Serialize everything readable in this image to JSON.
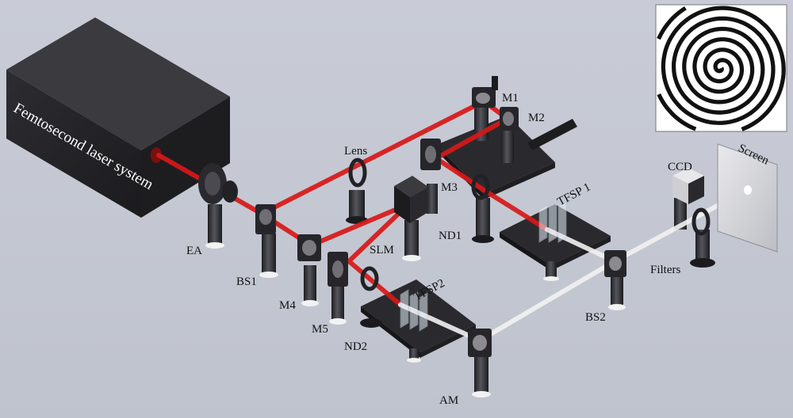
{
  "labels": {
    "laser": "Femtosecond laser system",
    "ea": "EA",
    "bs1": "BS1",
    "lens": "Lens",
    "m1": "M1",
    "m2": "M2",
    "m3": "M3",
    "m4": "M4",
    "m5": "M5",
    "slm": "SLM",
    "nd1": "ND1",
    "nd2": "ND2",
    "tfsp1": "TFSP 1",
    "tfsp2": "TFSP2",
    "bs2": "BS2",
    "am": "AM",
    "ccd": "CCD",
    "screen": "Screen",
    "filters": "Filters"
  },
  "colors": {
    "beam_red": "#d81818",
    "beam_white": "#f2f2f2",
    "background": "#c3c7d2",
    "equipment": "#2b2b2e"
  },
  "inset": {
    "pattern": "spiral-phase-hologram"
  }
}
